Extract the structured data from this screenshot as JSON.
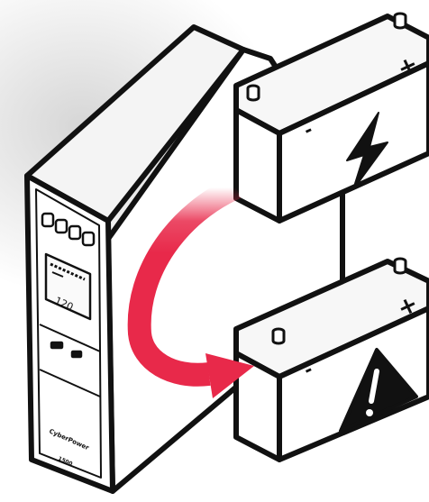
{
  "ups": {
    "brand": "CyberPower",
    "model": "1500",
    "display_reading": "120",
    "body_color": "#ffffff",
    "outline_color": "#111111"
  },
  "batteries": {
    "top": {
      "symbol": "lightning-bolt",
      "positive_label": "+",
      "negative_label": "-"
    },
    "bottom": {
      "symbol": "warning-exclamation",
      "positive_label": "+",
      "negative_label": "-"
    }
  },
  "arrow": {
    "color": "#e8294a",
    "direction": "from top battery down to bottom battery"
  }
}
